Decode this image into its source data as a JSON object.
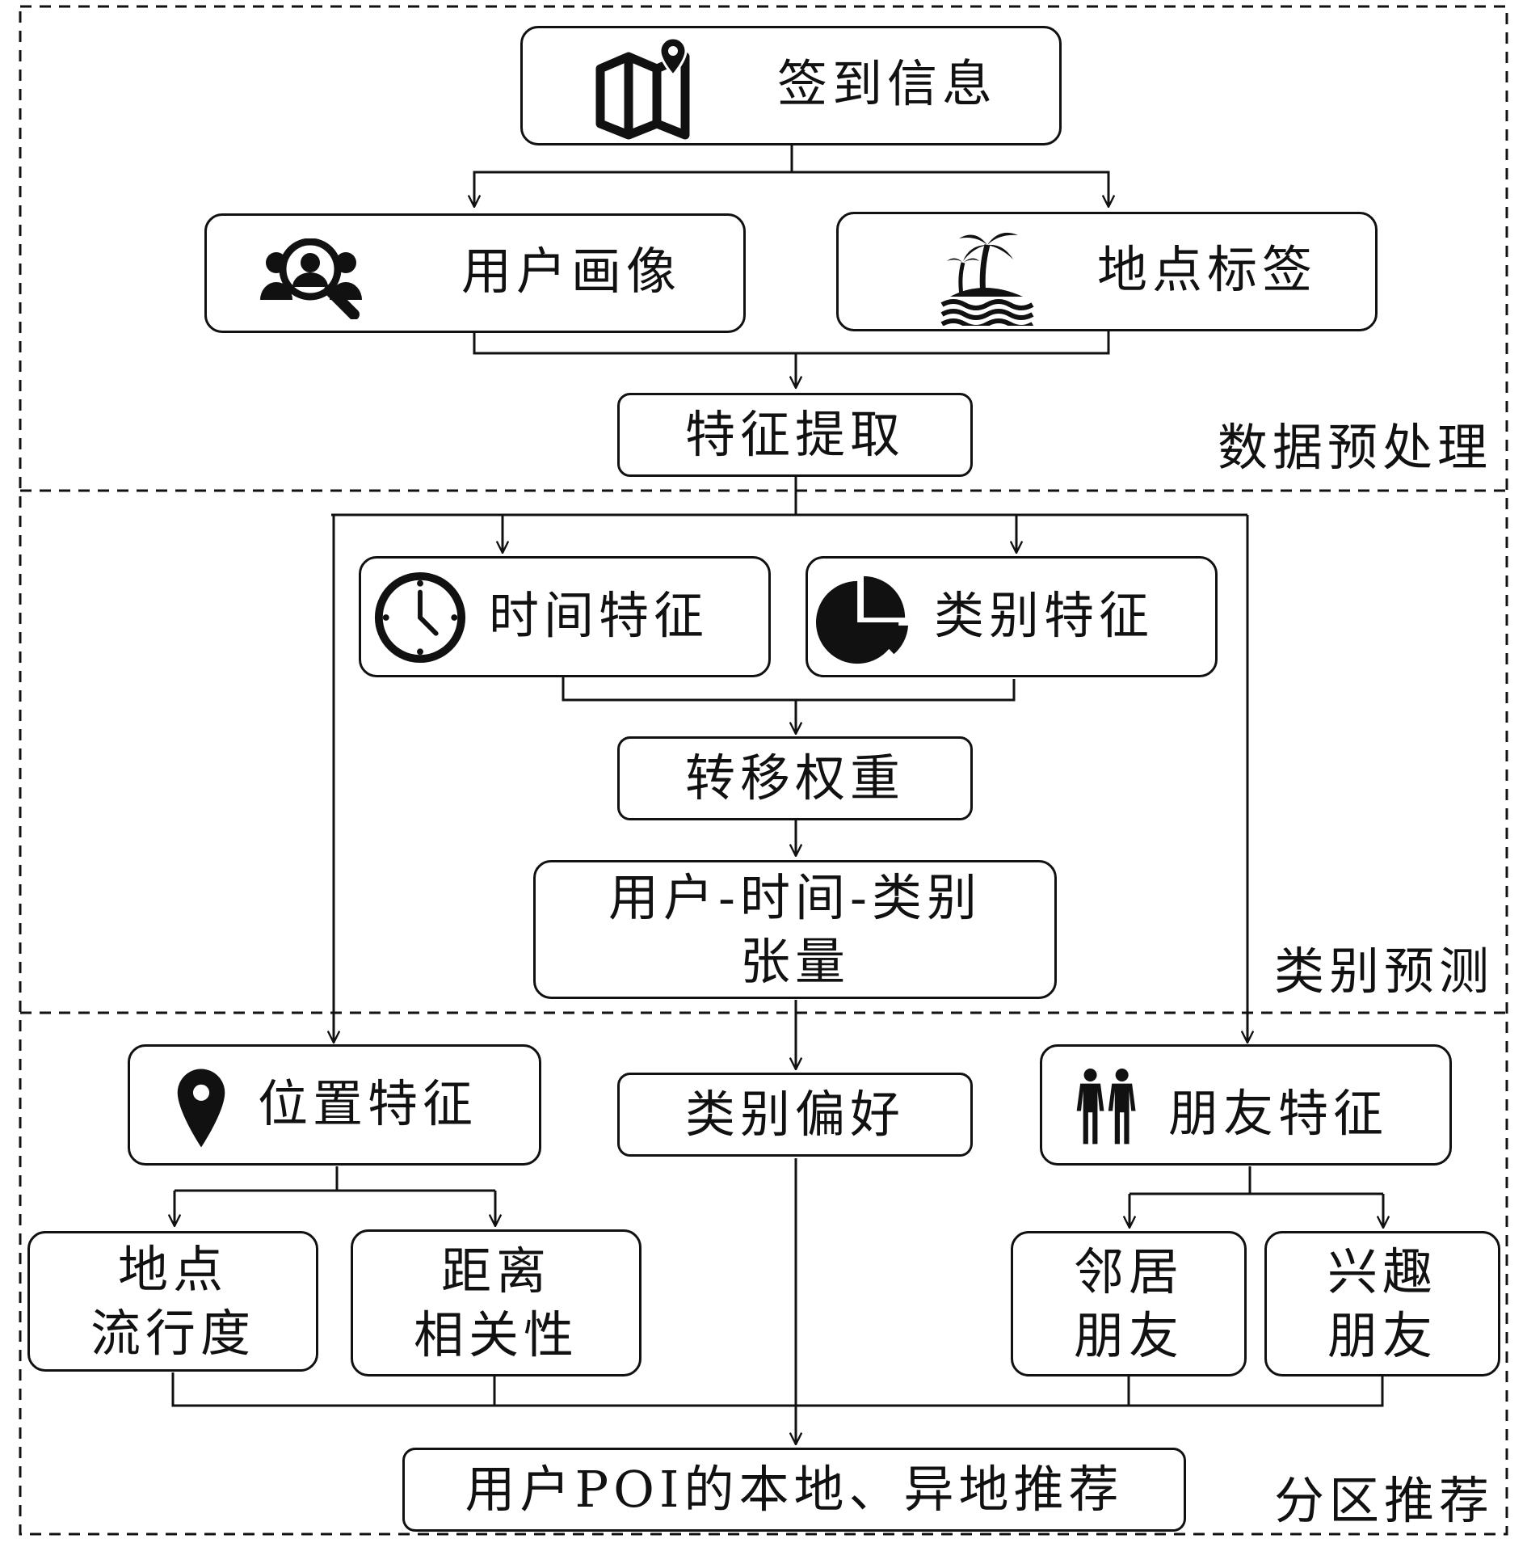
{
  "sections": {
    "preprocess": "数据预处理",
    "category_prediction": "类别预测",
    "partition_recommend": "分区推荐"
  },
  "nodes": {
    "checkin": "签到信息",
    "user_profile": "用户画像",
    "location_tag": "地点标签",
    "feature_extract": "特征提取",
    "time_feature": "时间特征",
    "category_feature": "类别特征",
    "transfer_weight": "转移权重",
    "tensor": "用户-时间-类别\n张量",
    "position_feature": "位置特征",
    "category_pref": "类别偏好",
    "friend_feature": "朋友特征",
    "popularity": "地点\n流行度",
    "distance": "距离\n相关性",
    "neighbor_friends": "邻居\n朋友",
    "interest_friends": "兴趣\n朋友",
    "final": "用户POI的本地、异地推荐"
  },
  "icons": {
    "checkin": "folded-map-pin-icon",
    "user_profile": "user-group-search-icon",
    "location_tag": "island-palm-icon",
    "time_feature": "clock-icon",
    "category_feature": "pie-chart-icon",
    "position_feature": "map-pin-icon",
    "friend_feature": "two-people-icon"
  },
  "colors": {
    "stroke": "#111111",
    "background": "#ffffff"
  }
}
